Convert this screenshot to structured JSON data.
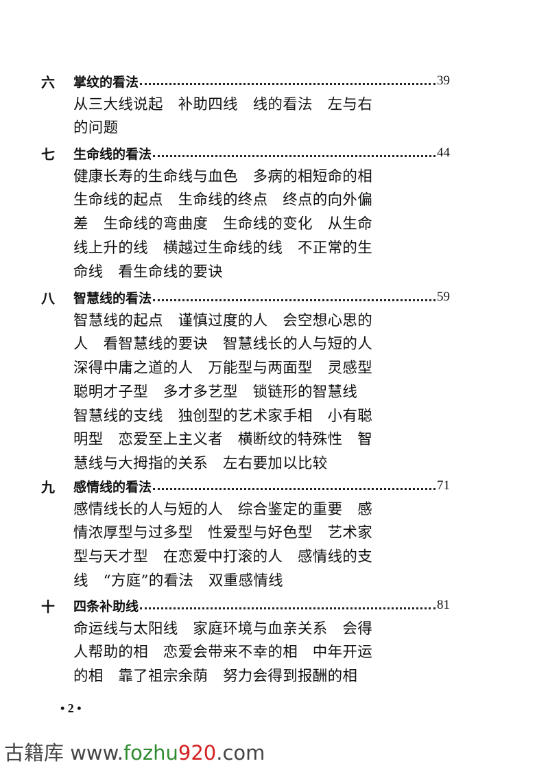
{
  "toc": [
    {
      "num": "六",
      "title": "掌纹的看法",
      "page": "39",
      "lines": [
        "从三大线说起　补助四线　线的看法　左与右",
        "的问题"
      ]
    },
    {
      "num": "七",
      "title": "生命线的看法",
      "page": "44",
      "lines": [
        "健康长寿的生命线与血色　多病的相短命的相",
        "生命线的起点　生命线的终点　终点的向外偏",
        "差　生命线的弯曲度　生命线的变化　从生命",
        "线上升的线　横越过生命线的线　不正常的生",
        "命线　看生命线的要诀"
      ]
    },
    {
      "num": "八",
      "title": "智慧线的看法",
      "page": "59",
      "lines": [
        "智慧线的起点　谨慎过度的人　会空想心思的",
        "人　看智慧线的要诀　智慧线长的人与短的人",
        "深得中庸之道的人　万能型与两面型　灵感型",
        "聪明才子型　多才多艺型　锁链形的智慧线",
        "智慧线的支线　独创型的艺术家手相　小有聪",
        "明型　恋爱至上主义者　横断纹的特殊性　智",
        "慧线与大拇指的关系　左右要加以比较"
      ]
    },
    {
      "num": "九",
      "title": "感情线的看法",
      "page": "71",
      "lines": [
        "感情线长的人与短的人　综合鉴定的重要　感",
        "情浓厚型与过多型　性爱型与好色型　艺术家",
        "型与天才型　在恋爱中打滚的人　感情线的支",
        "线　“方庭”的看法　双重感情线"
      ]
    },
    {
      "num": "十",
      "title": "四条补助线",
      "page": "81",
      "lines": [
        "命运线与太阳线　家庭环境与血亲关系　会得",
        "人帮助的相　恋爱会带来不幸的相　中年开运",
        "的相　靠了祖宗余荫　努力会得到报酬的相"
      ]
    }
  ],
  "page_number": "• 2 •",
  "watermark": {
    "prefix": "古籍库 www.",
    "part1": "fozhu",
    "part2": "920",
    "suffix": ".com",
    "colors": {
      "gray": "#444444",
      "green": "#2e8b2e",
      "red": "#d42020"
    }
  }
}
